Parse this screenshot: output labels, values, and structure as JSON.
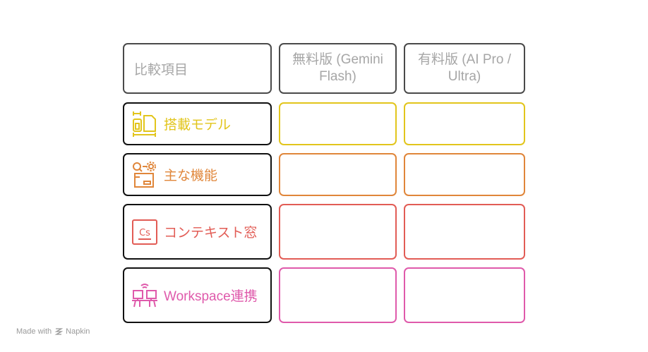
{
  "header": {
    "col1": "比較項目",
    "col2": "無料版 (Gemini Flash)",
    "col3": "有料版 (AI Pro / Ultra)"
  },
  "rows": [
    {
      "label": "搭載モデル",
      "icon": "model-layout-icon",
      "color": "#e2c51c",
      "free": "",
      "paid": ""
    },
    {
      "label": "主な機能",
      "icon": "search-settings-icon",
      "color": "#e0863a",
      "free": "",
      "paid": ""
    },
    {
      "label": "コンテキスト窓",
      "icon": "context-cs-icon",
      "color": "#e25c55",
      "free": "",
      "paid": ""
    },
    {
      "label": "Workspace連携",
      "icon": "workspace-desks-icon",
      "color": "#df5aab",
      "free": "",
      "paid": ""
    }
  ],
  "footer": {
    "text": "Made with",
    "brand": "Napkin"
  }
}
